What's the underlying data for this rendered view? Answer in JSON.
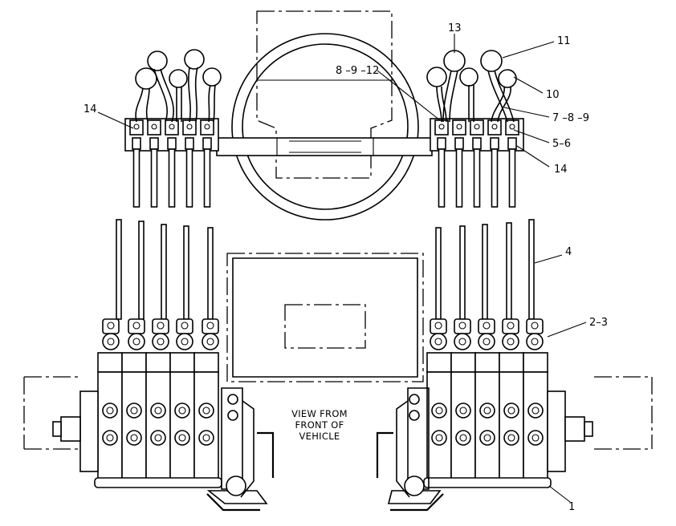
{
  "diagram": {
    "callouts": {
      "c13": "13",
      "c11": "11",
      "c10": "10",
      "c8_9_12": "8 –9 –12",
      "c7_8_9": "7 –8 –9",
      "c5_6": "5–6",
      "c14_left": "14",
      "c14_right": "14",
      "c4": "4",
      "c2_3": "2–3",
      "c1": "1"
    },
    "view_note": {
      "line1": "VIEW FROM",
      "line2": "FRONT OF",
      "line3": "VEHICLE"
    }
  }
}
